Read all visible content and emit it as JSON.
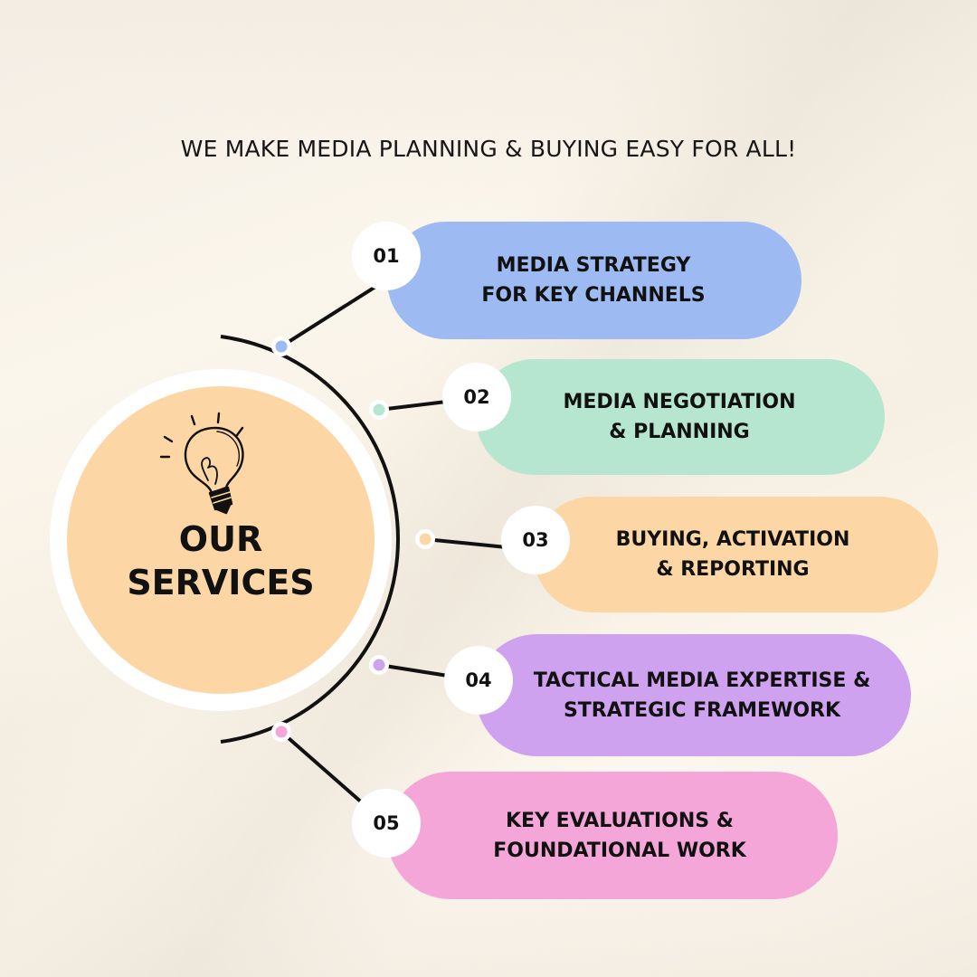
{
  "headline": "WE MAKE MEDIA PLANNING & BUYING EASY FOR ALL!",
  "hub": {
    "title_line1": "OUR",
    "title_line2": "SERVICES",
    "icon": "lightbulb-icon",
    "color": "#fdd6a6"
  },
  "services": [
    {
      "number": "01",
      "line1": "MEDIA STRATEGY",
      "line2": "FOR KEY CHANNELS",
      "color": "#9dbaf3"
    },
    {
      "number": "02",
      "line1": "MEDIA NEGOTIATION",
      "line2": "& PLANNING",
      "color": "#b6e6cf"
    },
    {
      "number": "03",
      "line1": "BUYING, ACTIVATION",
      "line2": "& REPORTING",
      "color": "#fdd6a6"
    },
    {
      "number": "04",
      "line1": "TACTICAL MEDIA EXPERTISE &",
      "line2": "STRATEGIC FRAMEWORK",
      "color": "#cfa2f0"
    },
    {
      "number": "05",
      "line1": "KEY EVALUATIONS &",
      "line2": "FOUNDATIONAL WORK",
      "color": "#f5a6d8"
    }
  ]
}
